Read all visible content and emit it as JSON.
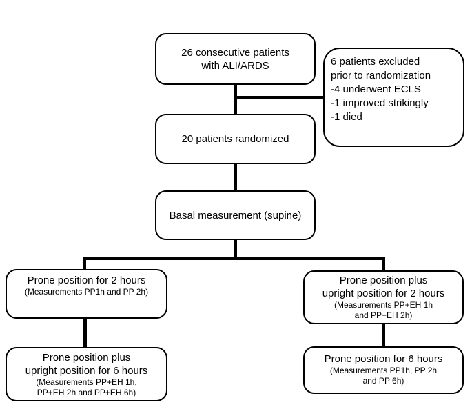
{
  "colors": {
    "line": "#000000",
    "box_border": "#000000",
    "box_background": "#ffffff",
    "text": "#000000",
    "page_background": "#ffffff"
  },
  "flowchart": {
    "enrolled": {
      "line1": "26 consecutive patients",
      "line2": "with ALI/ARDS"
    },
    "excluded": {
      "line1": "6 patients excluded",
      "line2": "prior to randomization",
      "line3": "-4 underwent ECLS",
      "line4": "-1 improved strikingly",
      "line5": "-1 died"
    },
    "randomized": {
      "line1": "20 patients randomized"
    },
    "basal": {
      "line1": "Basal measurement (supine)"
    },
    "prone_2h": {
      "title": "Prone position for 2 hours",
      "sub1": "(Measurements PP1h and PP 2h)"
    },
    "prone_upright_2h": {
      "title1": "Prone position plus",
      "title2": "upright position for 2 hours",
      "sub1": "(Measurements PP+EH 1h",
      "sub2": "and PP+EH 2h)"
    },
    "prone_upright_6h": {
      "title1": "Prone position plus",
      "title2": "upright position for 6 hours",
      "sub1": "(Measurements PP+EH 1h,",
      "sub2": "PP+EH 2h and PP+EH 6h)"
    },
    "prone_6h": {
      "title": "Prone position for 6 hours",
      "sub1": "(Measurements PP1h, PP 2h",
      "sub2": "and PP 6h)"
    }
  }
}
